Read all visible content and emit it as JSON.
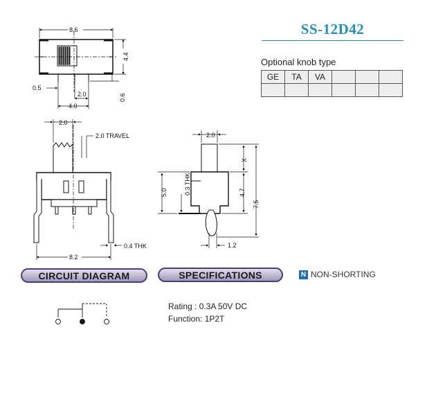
{
  "header": {
    "model": "SS-12D42"
  },
  "knob": {
    "label": "Optional knob type",
    "types": [
      "GE",
      "TA",
      "VA",
      "",
      "",
      ""
    ]
  },
  "dimensions": {
    "top_width": "8.6",
    "top_height": "4.4",
    "pin_offset": "0.5",
    "pin_pitch": "2.0",
    "pin_span": "4.0",
    "pin_thickness": "0.6",
    "knob_width": "2.0",
    "travel": "2.0 TRAVEL",
    "body_width": "8.2",
    "lead_thk": "0.4 THK",
    "side_knob_width": "2.0",
    "side_x": "X",
    "side_height": "5.0",
    "side_thk": "0.3 THK",
    "side_body": "4.7",
    "side_total": "7.5",
    "side_lead": "1.2"
  },
  "sections": {
    "circuit": "CIRCUIT DIAGRAM",
    "specs": "SPECIFICATIONS",
    "non_shorting": "NON-SHORTING",
    "non_shorting_mark": "N"
  },
  "specs": {
    "rating": "Rating : 0.3A 50V DC",
    "function": "Function: 1P2T"
  },
  "colors": {
    "title": "#1f8fc0",
    "pill": "#4a3d72",
    "ns_icon": "#1f6db0"
  }
}
